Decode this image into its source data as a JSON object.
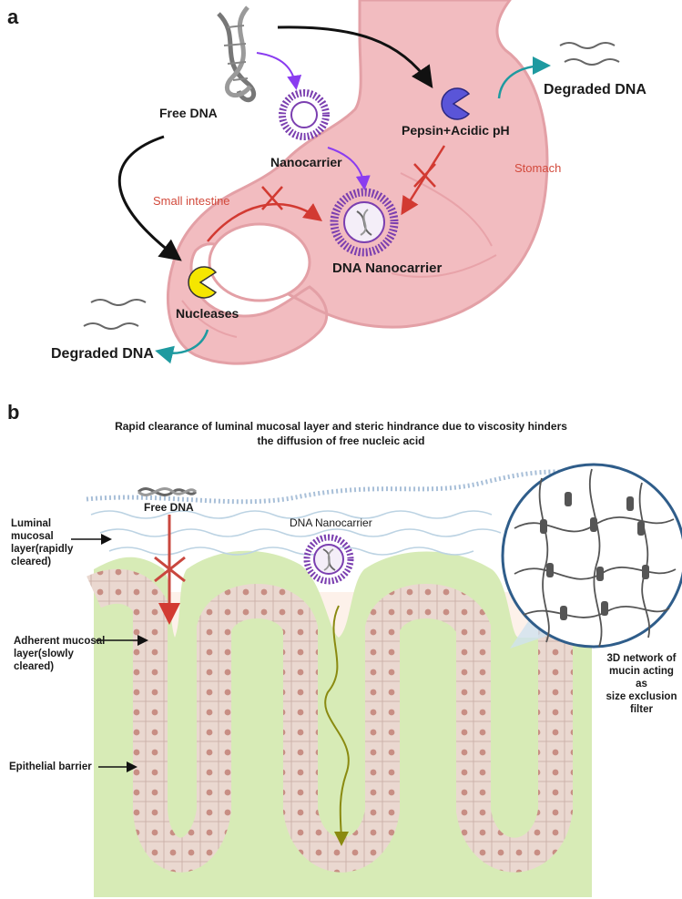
{
  "panel_a": {
    "letter": "a",
    "free_dna": "Free DNA",
    "nanocarrier": "Nanocarrier",
    "pepsin": "Pepsin+Acidic pH",
    "degraded_dna_top": "Degraded DNA",
    "stomach": "Stomach",
    "small_intestine": "Small intestine",
    "dna_nanocarrier": "DNA Nanocarrier",
    "nucleases": "Nucleases",
    "degraded_dna_bottom": "Degraded DNA"
  },
  "panel_b": {
    "letter": "b",
    "title_line1": "Rapid clearance of luminal mucosal layer and steric hindrance due to viscosity hinders",
    "title_line2": "the diffusion of free nucleic acid",
    "free_dna": "Free DNA",
    "dna_nanocarrier": "DNA Nanocarrier",
    "luminal_layer": [
      "Luminal",
      "mucosal",
      "layer(rapidly",
      "cleared)"
    ],
    "adherent_layer": [
      "Adherent mucosal",
      "layer(slowly",
      "cleared)"
    ],
    "epithelial": "Epithelial barrier",
    "network": [
      "3D network of",
      "mucin acting as",
      "size exclusion",
      "filter"
    ]
  },
  "colors": {
    "stomach_pink": "#f2bcc0",
    "stomach_edge": "#e3a0a6",
    "arrow_red": "#d23a32",
    "arrow_purple": "#8a3cf0",
    "arrow_teal": "#1e9aa0",
    "mucus_green": "#d7ebb6",
    "epithelium": "#ead8d0",
    "nucleus": "#c88e84",
    "enzyme_yellow": "#f5e600",
    "pepsin_blue": "#5a55d8",
    "nanocarrier_purple": "#7b3fb0"
  }
}
